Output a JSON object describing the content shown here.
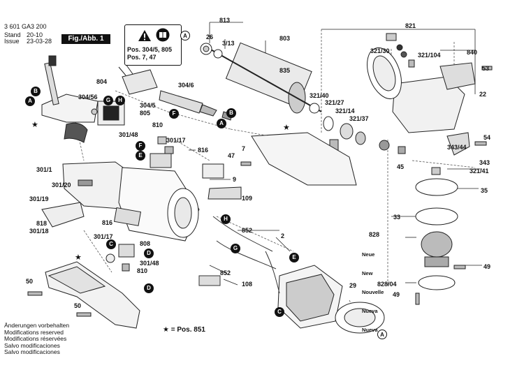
{
  "header": {
    "part_number": "3 601 GA3 200",
    "stand_label": "Stand",
    "issue_label": "Issue",
    "stand_value": "20-10",
    "issue_value": "23-03-28",
    "figure_label": "Fig./Abb. 1"
  },
  "warning_box": {
    "line1": "Pos. 304/5, 805",
    "line2": "Pos. 7, 47",
    "icons": [
      "warning-triangle-icon",
      "read-manual-icon"
    ]
  },
  "footer": {
    "notes": [
      "Änderungen vorbehalten",
      "Modifications reserved",
      "Modifications réservées",
      "Salvo modificaciones",
      "Salvo modificaciones"
    ],
    "star_legend": "★ = Pos. 851"
  },
  "new_label": [
    "Neue",
    "New",
    "Nouvelle",
    "Nueva",
    "Nueva"
  ],
  "position_labels": {
    "p813": "813",
    "p26": "26",
    "p3_13": "3/13",
    "p803": "803",
    "p835": "835",
    "p821": "821",
    "p321_30": "321/30",
    "p840": "840",
    "p321_104": "321/104",
    "p53": "53",
    "p22": "22",
    "p321_40": "321/40",
    "p321_27": "321/27",
    "p321_14": "321/14",
    "p321_37": "321/37",
    "p54": "54",
    "p343_44": "343/44",
    "p343": "343",
    "p321_41": "321/41",
    "p45": "45",
    "p35": "35",
    "p33": "33",
    "p828": "828",
    "p828_04": "828/04",
    "p49a": "49",
    "p49b": "49",
    "p804": "804",
    "p304_56": "304/56",
    "p304_6": "304/6",
    "p304_5": "304/5",
    "p805": "805",
    "p810a": "810",
    "p301_48a": "301/48",
    "p301_17a": "301/17",
    "p816a": "816",
    "p47": "47",
    "p7": "7",
    "p301_1": "301/1",
    "p301_20": "301/20",
    "p9": "9",
    "p109": "109",
    "p301_19": "301/19",
    "p818": "818",
    "p301_18": "301/18",
    "p816b": "816",
    "p301_17b": "301/17",
    "p808": "808",
    "p852a": "852",
    "p2": "2",
    "p852b": "852",
    "p301_48b": "301/48",
    "p810b": "810",
    "p108": "108",
    "p50a": "50",
    "p50b": "50",
    "p29": "29"
  },
  "callouts": {
    "A": "A",
    "B": "B",
    "C": "C",
    "D": "D",
    "E": "E",
    "F": "F",
    "G": "G",
    "H": "H",
    "star": "★"
  }
}
